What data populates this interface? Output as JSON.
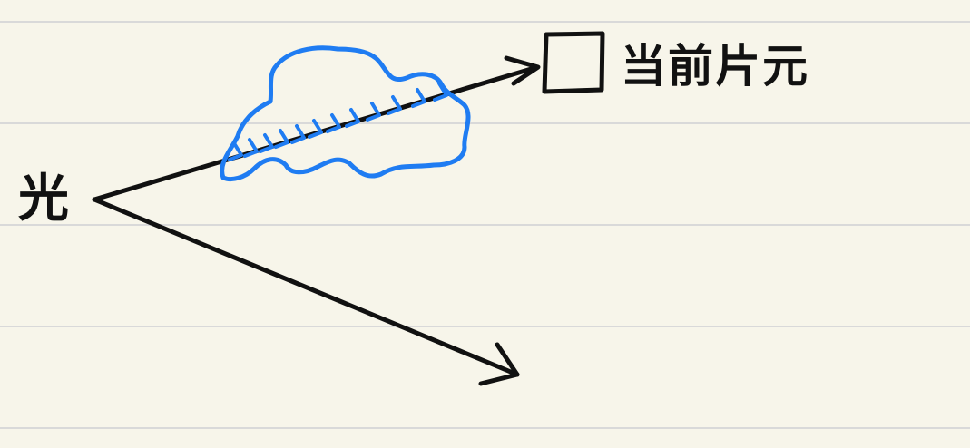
{
  "labels": {
    "origin": "光",
    "target": "当前片元"
  },
  "colors": {
    "paper": "#f7f5ea",
    "ruled_line": "#d9d9d9",
    "ink": "#111111",
    "cloud": "#1f7cf2"
  },
  "icons": {
    "target_box": "square-box",
    "cloud": "cloud-shape",
    "arrowheads": "chevron-arrows"
  }
}
